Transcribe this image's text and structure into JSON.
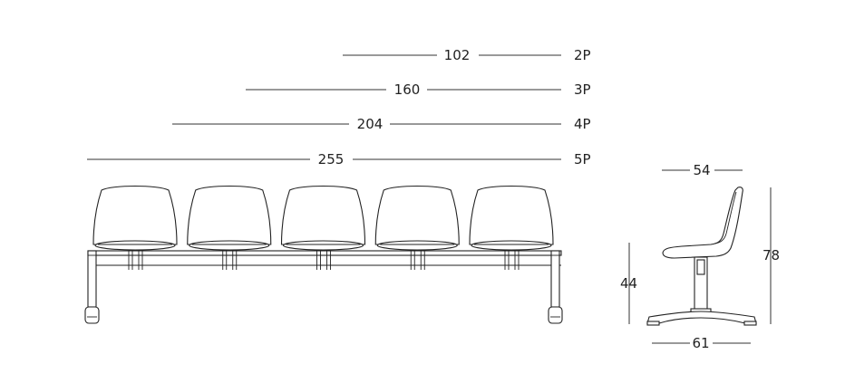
{
  "front_view": {
    "widths": [
      {
        "value": "102",
        "label": "2P"
      },
      {
        "value": "160",
        "label": "3P"
      },
      {
        "value": "204",
        "label": "4P"
      },
      {
        "value": "255",
        "label": "5P"
      }
    ],
    "seat_count": 5
  },
  "side_view": {
    "seat_depth": "54",
    "total_height": "78",
    "seat_height": "44",
    "base_width": "61"
  },
  "colors": {
    "line": "#333333",
    "text": "#222222",
    "background": "#ffffff"
  }
}
